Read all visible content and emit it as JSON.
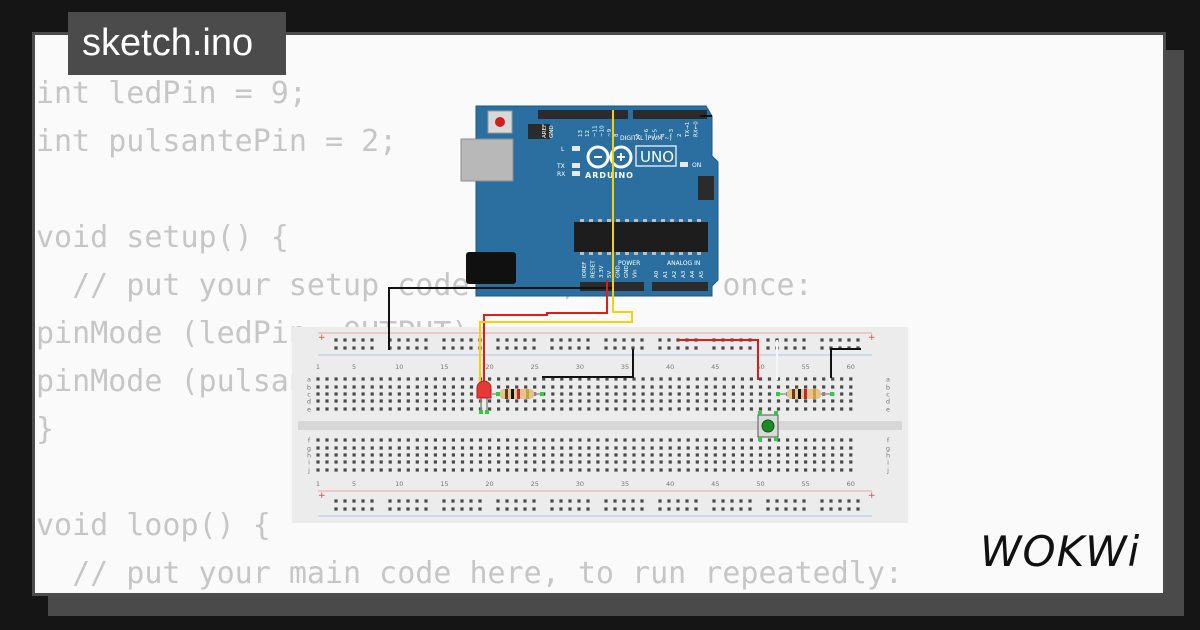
{
  "file": {
    "title": "sketch.ino"
  },
  "code": {
    "lines": [
      "int ledPin = 9;",
      "int pulsantePin = 2;",
      "",
      "void setup() {",
      "  // put your setup code here, to run once:",
      "pinMode (ledPin, OUTPUT);",
      "pinMode (pulsantePin, INPUT);",
      "}",
      "",
      "void loop() {",
      "  // put your main code here, to run repeatedly:"
    ]
  },
  "arduino": {
    "model": "UNO",
    "brand": "ARDUINO",
    "digital_label": "DIGITAL (PWM ~)",
    "power_label": "POWER",
    "analog_label": "ANALOG IN",
    "led_l": "L",
    "led_tx": "TX",
    "led_rx": "RX",
    "led_on": "ON",
    "aref": "AREF",
    "gnd": "GND",
    "pins_top": [
      "13",
      "12",
      "~11",
      "~10",
      "~9",
      "8",
      "7",
      "~6",
      "~5",
      "4",
      "~3",
      "2",
      "TX→1",
      "RX←0"
    ],
    "pins_power": [
      "IOREF",
      "RESET",
      "3.3V",
      "5V",
      "GND",
      "GND",
      "Vin"
    ],
    "pins_analog": [
      "A0",
      "A1",
      "A2",
      "A3",
      "A4",
      "A5"
    ]
  },
  "breadboard": {
    "column_numbers": [
      "1",
      "5",
      "10",
      "15",
      "20",
      "25",
      "30",
      "35",
      "40",
      "45",
      "50",
      "55",
      "60"
    ],
    "rows_top": [
      "a",
      "b",
      "c",
      "d",
      "e"
    ],
    "rows_bottom": [
      "f",
      "g",
      "h",
      "i",
      "j"
    ],
    "plus": "+",
    "minus": "−"
  },
  "brand": {
    "logo_text": "WOKWi"
  },
  "colors": {
    "board_blue": "#2a6f9f",
    "wire_red": "#e01b1b",
    "wire_yellow": "#f5d10b",
    "wire_black": "#111111",
    "led_red": "#e53935",
    "button_green": "#1b8c25"
  }
}
